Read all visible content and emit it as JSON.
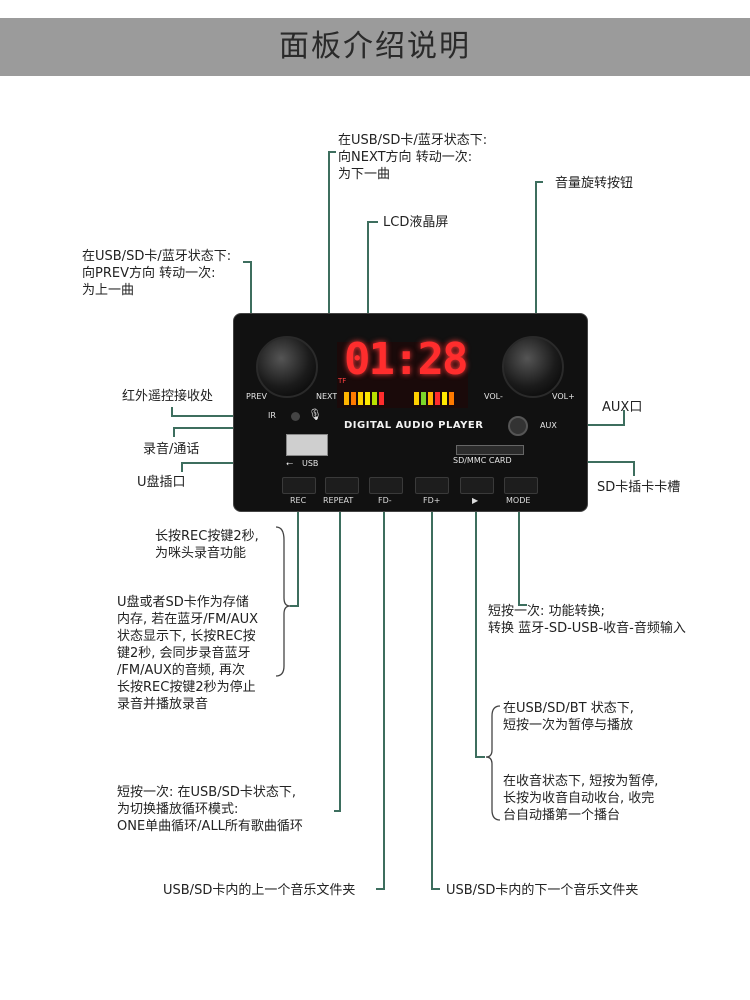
{
  "title": "面板介绍说明",
  "panel": {
    "display": "01:28",
    "brand": "DIGITAL AUDIO PLAYER",
    "prev_label": "PREV",
    "next_label": "NEXT",
    "vol_minus": "VOL-",
    "vol_plus": "VOL+",
    "aux_label": "AUX",
    "ir_label": "IR",
    "usb_label": "USB",
    "sd_label": "SD/MMC CARD",
    "tf_label": "TF",
    "buttons": [
      "REC",
      "REPEAT",
      "FD-",
      "FD+",
      "▶",
      "MODE"
    ]
  },
  "annotations": {
    "next_line1": "在USB/SD卡/蓝牙状态下:",
    "next_line2": "向NEXT方向 转动一次:",
    "next_line3": "为下一曲",
    "volume_knob": "音量旋转按钮",
    "lcd": "LCD液晶屏",
    "prev_line1": "在USB/SD卡/蓝牙状态下:",
    "prev_line2": "向PREV方向 转动一次:",
    "prev_line3": "为上一曲",
    "ir": "红外遥控接收处",
    "aux": "AUX口",
    "mic": "录音/通话",
    "usb": "U盘插口",
    "sd": "SD卡插卡卡槽",
    "rec_line1": "长按REC按键2秒,",
    "rec_line2": "为咪头录音功能",
    "rec2_line1": "U盘或者SD卡作为存储",
    "rec2_line2": "内存, 若在蓝牙/FM/AUX",
    "rec2_line3": "状态显示下, 长按REC按",
    "rec2_line4": "键2秒, 会同步录音蓝牙",
    "rec2_line5": "/FM/AUX的音频, 再次",
    "rec2_line6": "长按REC按键2秒为停止",
    "rec2_line7": "录音并播放录音",
    "mode_line1": "短按一次: 功能转换;",
    "mode_line2": "转换 蓝牙-SD-USB-收音-音频输入",
    "play_line1": "在USB/SD/BT 状态下,",
    "play_line2": "短按一次为暂停与播放",
    "play2_line1": "在收音状态下, 短按为暂停,",
    "play2_line2": "长按为收音自动收台, 收完",
    "play2_line3": "台自动播第一个播台",
    "repeat_line1": "短按一次: 在USB/SD卡状态下,",
    "repeat_line2": "为切换播放循环模式:",
    "repeat_line3": "ONE单曲循环/ALL所有歌曲循环",
    "fdminus": "USB/SD卡内的上一个音乐文件夹",
    "fdplus": "USB/SD卡内的下一个音乐文件夹"
  },
  "colors": {
    "leader": "#3d6e5e",
    "banner": "#9b9b9b",
    "digits": "#ff2d2d"
  }
}
